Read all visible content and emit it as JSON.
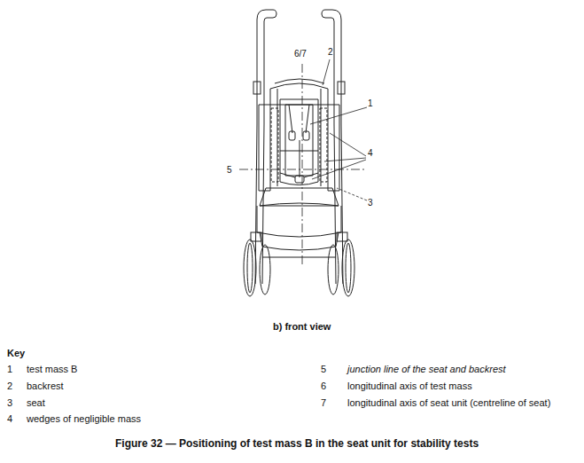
{
  "diagram": {
    "caption": "Figure 32 — Positioning of test mass B in the seat unit for stability tests",
    "labels": [
      "6/7",
      "2",
      "1",
      "4",
      "5",
      "3",
      "b) front view",
      "Key",
      "1",
      "test mass B",
      "2",
      "backrest",
      "3",
      "seat",
      "4",
      "wedges of negligible mass",
      "5",
      "junction line of the seat and backrest",
      "6",
      "longitudinal axis of test mass",
      "7",
      "longitudinal axis of seat unit (centreline of seat)"
    ]
  }
}
